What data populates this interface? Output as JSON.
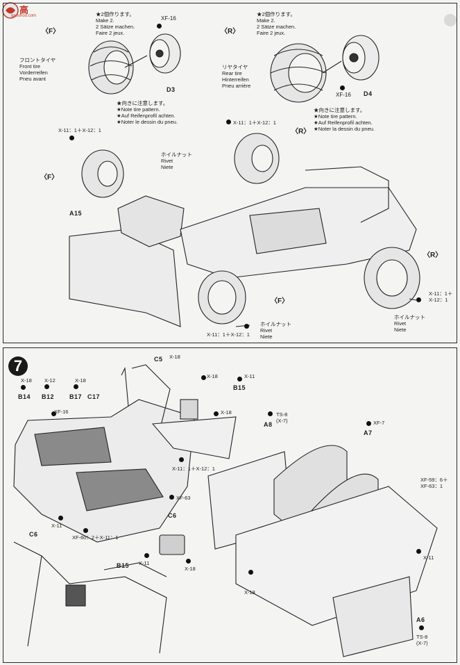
{
  "watermark": {
    "text": "高",
    "domain": "gaoshou.com"
  },
  "step_number": "7",
  "step6": {
    "front_label": "〈F〉",
    "rear_label": "〈R〉",
    "make2_front": [
      "★2個作ります。",
      "Make 2.",
      "2 Sätze machen.",
      "Faire 2 jeux."
    ],
    "make2_rear": [
      "★2個作ります。",
      "Make 2.",
      "2 Sätze machen.",
      "Faire 2 jeux."
    ],
    "front_tire": [
      "フロントタイヤ",
      "Front tire",
      "Vorderreifen",
      "Pneu avant"
    ],
    "rear_tire": [
      "リヤタイヤ",
      "Rear tire",
      "Hinterreifen",
      "Pneu arrière"
    ],
    "tire_note_front": [
      "★向きに注意します。",
      "★Note tire pattern.",
      "★Auf Reifenprofil achten.",
      "★Noter le dessin du pneu."
    ],
    "tire_note_rear": [
      "★向きに注意します。",
      "★Note tire pattern.",
      "★Auf Reifenprofil achten.",
      "★Noter la dessin du pneu."
    ],
    "xf16_a": "XF-16",
    "xf16_b": "XF-16",
    "d3": "D3",
    "d4": "D4",
    "x11_left": "X-11：1＋X-12：1",
    "x11_top": "X-11：1＋X-12：1",
    "x11_bottom": "X-11：1＋X-12：1",
    "x11_right": [
      "X-11：1＋",
      "X-12：1"
    ],
    "rivet_top": [
      "ホイルナット",
      "Rivet",
      "Niete"
    ],
    "rivet_bottom": [
      "ホイルナット",
      "Rivet",
      "Niete"
    ],
    "rivet_right": [
      "ホイルナット",
      "Rivet",
      "Niete"
    ],
    "a15": "A15",
    "f_left": "〈F〉",
    "f_bottom": "〈F〉",
    "r_top": "〈R〉",
    "r_right": "〈R〉"
  },
  "step7": {
    "c5": "C5",
    "x18_c5": "X-18",
    "x18_a": "X-18",
    "x12": "X-12",
    "x18_b": "X-18",
    "b14": "B14",
    "b12": "B12",
    "b17": "B17",
    "c17": "C17",
    "xf16": "XF-16",
    "x18_mid": "X-18",
    "x11_b15": "X-11",
    "b15": "B15",
    "x18_right": "X-18",
    "x11_12": "X-11：1＋X-12：1",
    "ts8_a8": [
      "TS-8",
      "(X-7)"
    ],
    "a8": "A8",
    "xf7": "XF-7",
    "a7": "A7",
    "xf63": "XF-63",
    "c6": "C6",
    "x11_left": "X-11",
    "xf60": "XF-60：2＋X-11：1",
    "x11_bot": "X-11",
    "x18_bot": "X-18",
    "xf59": [
      "XF-59：6＋",
      "XF-63：1"
    ],
    "x11_seat": "X-11",
    "x18_seat": "X-18",
    "c6_b": "C6",
    "b15_b": "B15",
    "a6": "A6",
    "ts8_a6": [
      "TS-8",
      "(X-7)"
    ]
  }
}
